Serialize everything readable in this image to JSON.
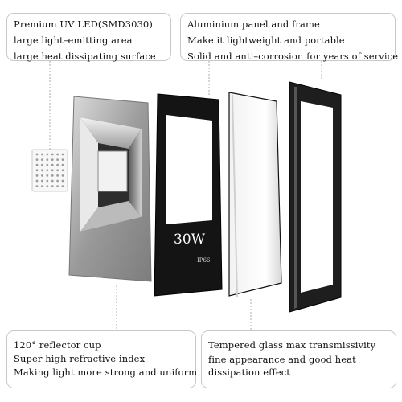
{
  "callouts": {
    "led": {
      "lines": [
        "Premium UV LED(SMD3030)",
        "large light–emitting area",
        "large heat dissipating surface"
      ]
    },
    "aluminium": {
      "lines": [
        "Aluminium panel and frame",
        "Make it lightweight and portable",
        "Solid and anti–corrosion for years of service"
      ]
    },
    "reflector": {
      "lines": [
        "120° reflector cup",
        "Super high refractive index",
        "Making light more strong and uniform"
      ]
    },
    "glass": {
      "lines": [
        "Tempered glass max transmissivity",
        "fine appearance and good heat dissipation effect"
      ]
    }
  },
  "panel": {
    "wattage": "30W",
    "rating": "IP66"
  },
  "colors": {
    "frame": "#1a1a1a",
    "reflector_silver": "#a9a9a9",
    "callout_border": "#c8c8c8"
  }
}
